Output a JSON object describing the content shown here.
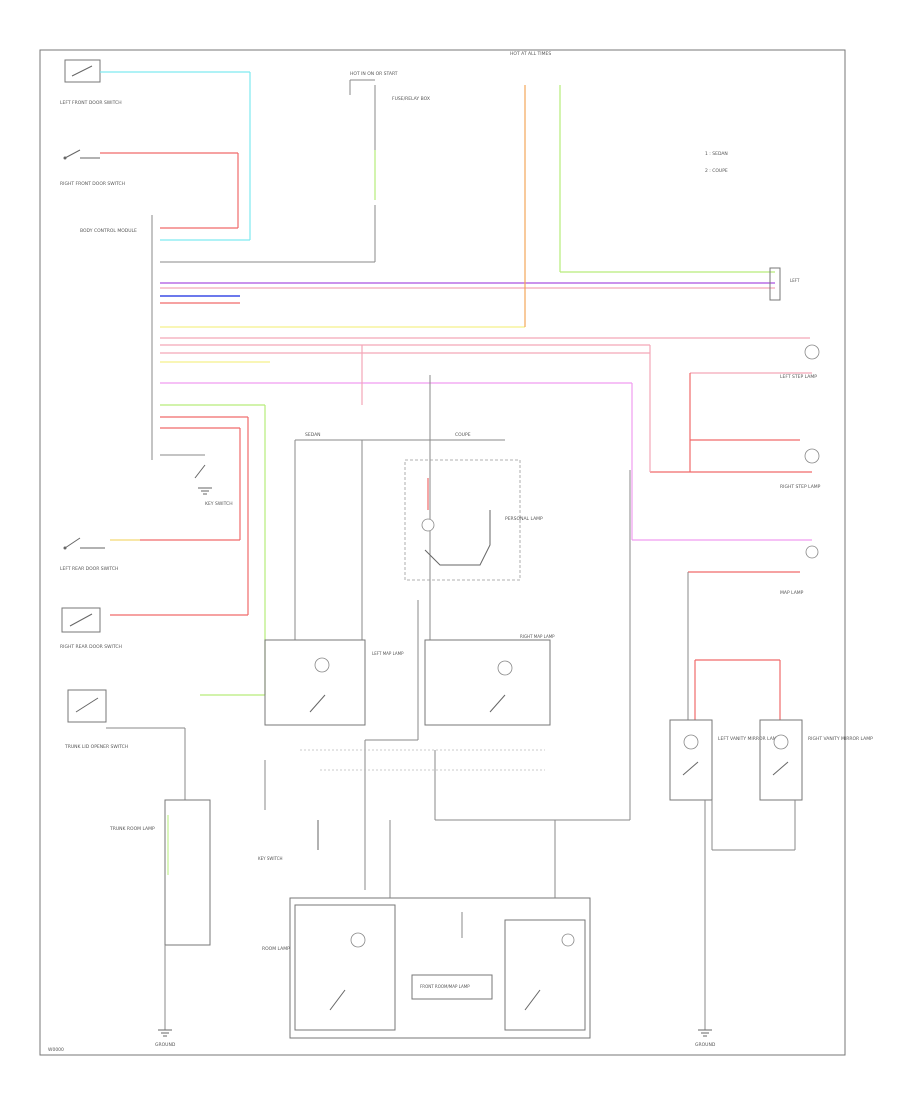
{
  "diagram": {
    "footer_code": "W0000",
    "legend": {
      "item_1": "1 : SEDAN",
      "item_2": "2 : COUPE"
    },
    "labels": {
      "front_left_switch": "LEFT FRONT DOOR SWITCH",
      "front_right_switch": "RIGHT FRONT DOOR SWITCH",
      "rear_left_switch": "LEFT REAR DOOR SWITCH",
      "rear_right_switch": "RIGHT REAR DOOR SWITCH",
      "trunk_switch": "TRUNK LID OPENER SWITCH",
      "hot_run_a": "HOT IN ON OR START",
      "hot_run_b": "HOT AT ALL TIMES",
      "fuse_block": "FUSE/RELAY BOX",
      "bcm": "BODY CONTROL MODULE",
      "left_step": "LEFT STEP LAMP",
      "right_step": "RIGHT STEP LAMP",
      "trunk_room": "TRUNK ROOM LAMP",
      "left_vanity": "LEFT VANITY MIRROR LAMP",
      "right_vanity": "RIGHT VANITY MIRROR LAMP",
      "map_lamp": "MAP LAMP",
      "personal_lamp": "PERSONAL LAMP",
      "room_lamp": "ROOM LAMP",
      "key_switch": "KEY SWITCH",
      "ground_1": "GROUND",
      "ground_2": "GROUND",
      "sedan": "SEDAN",
      "coupe": "COUPE",
      "front_room": "FRONT ROOM/MAP LAMP"
    },
    "wire_colors": {
      "cyan": "#7fe9f0",
      "red": "#f06a6a",
      "pink": "#f4a6b8",
      "violet": "#b86ee6",
      "blue": "#3b4de6",
      "orange": "#f2a65a",
      "yellow": "#f5f08a",
      "green": "#b6ec7a",
      "magenta": "#f09cf0",
      "gray": "#8a8a8a"
    }
  }
}
